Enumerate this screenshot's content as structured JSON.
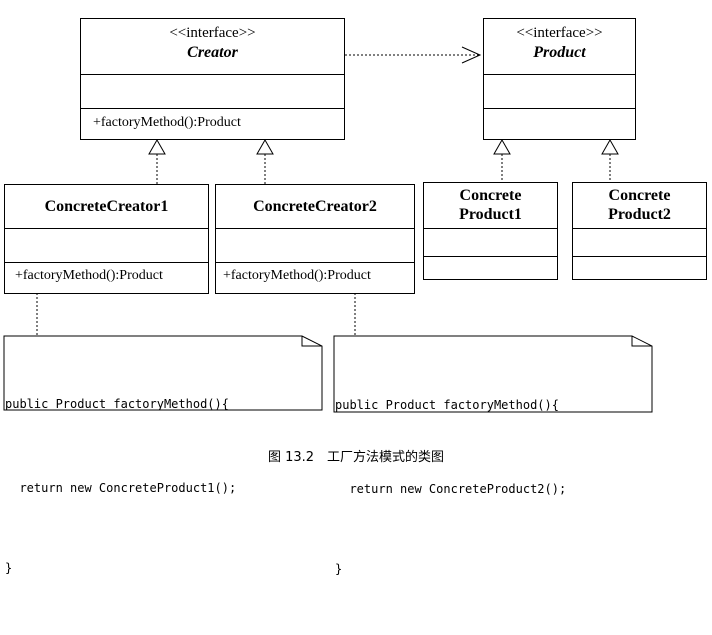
{
  "creator": {
    "stereotype": "<<interface>>",
    "name": "Creator",
    "operation": "+factoryMethod():Product"
  },
  "product": {
    "stereotype": "<<interface>>",
    "name": "Product"
  },
  "concrete_creator_1": {
    "name": "ConcreteCreator1",
    "operation": "+factoryMethod():Product"
  },
  "concrete_creator_2": {
    "name": "ConcreteCreator2",
    "operation": "+factoryMethod():Product"
  },
  "concrete_product_1": {
    "name_line1": "Concrete",
    "name_line2": "Product1"
  },
  "concrete_product_2": {
    "name_line1": "Concrete",
    "name_line2": "Product2"
  },
  "note_1": {
    "line1": "public Product factoryMethod(){",
    "line2": "  return new ConcreteProduct1();",
    "line3": "}"
  },
  "note_2": {
    "line1": "public Product factoryMethod(){",
    "line2": "  return new ConcreteProduct2();",
    "line3": "}"
  },
  "caption": "图 13.2　工厂方法模式的类图"
}
